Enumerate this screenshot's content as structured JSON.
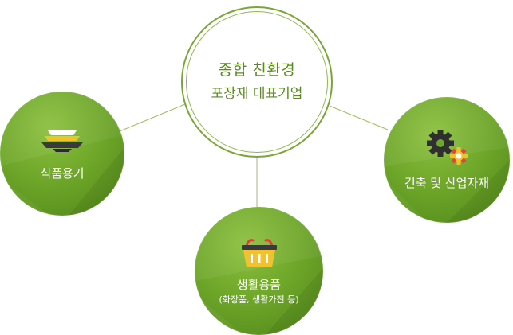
{
  "center": {
    "line1": "종합 친환경",
    "line2": "포장재 대표기업"
  },
  "nodes": {
    "food": {
      "label": "식품용기",
      "icon": "bowl-icon"
    },
    "living": {
      "label": "생활용품",
      "sublabel": "(화장품, 생활가전 등)",
      "icon": "basket-icon"
    },
    "industrial": {
      "label": "건축 및 산업자재",
      "icon": "gears-icon"
    }
  },
  "colors": {
    "green_light": "#8cc03e",
    "green_mid": "#6fa72a",
    "green_dark": "#4e8518",
    "center_text": "#5a8a20",
    "connector": "#9cc05a"
  }
}
